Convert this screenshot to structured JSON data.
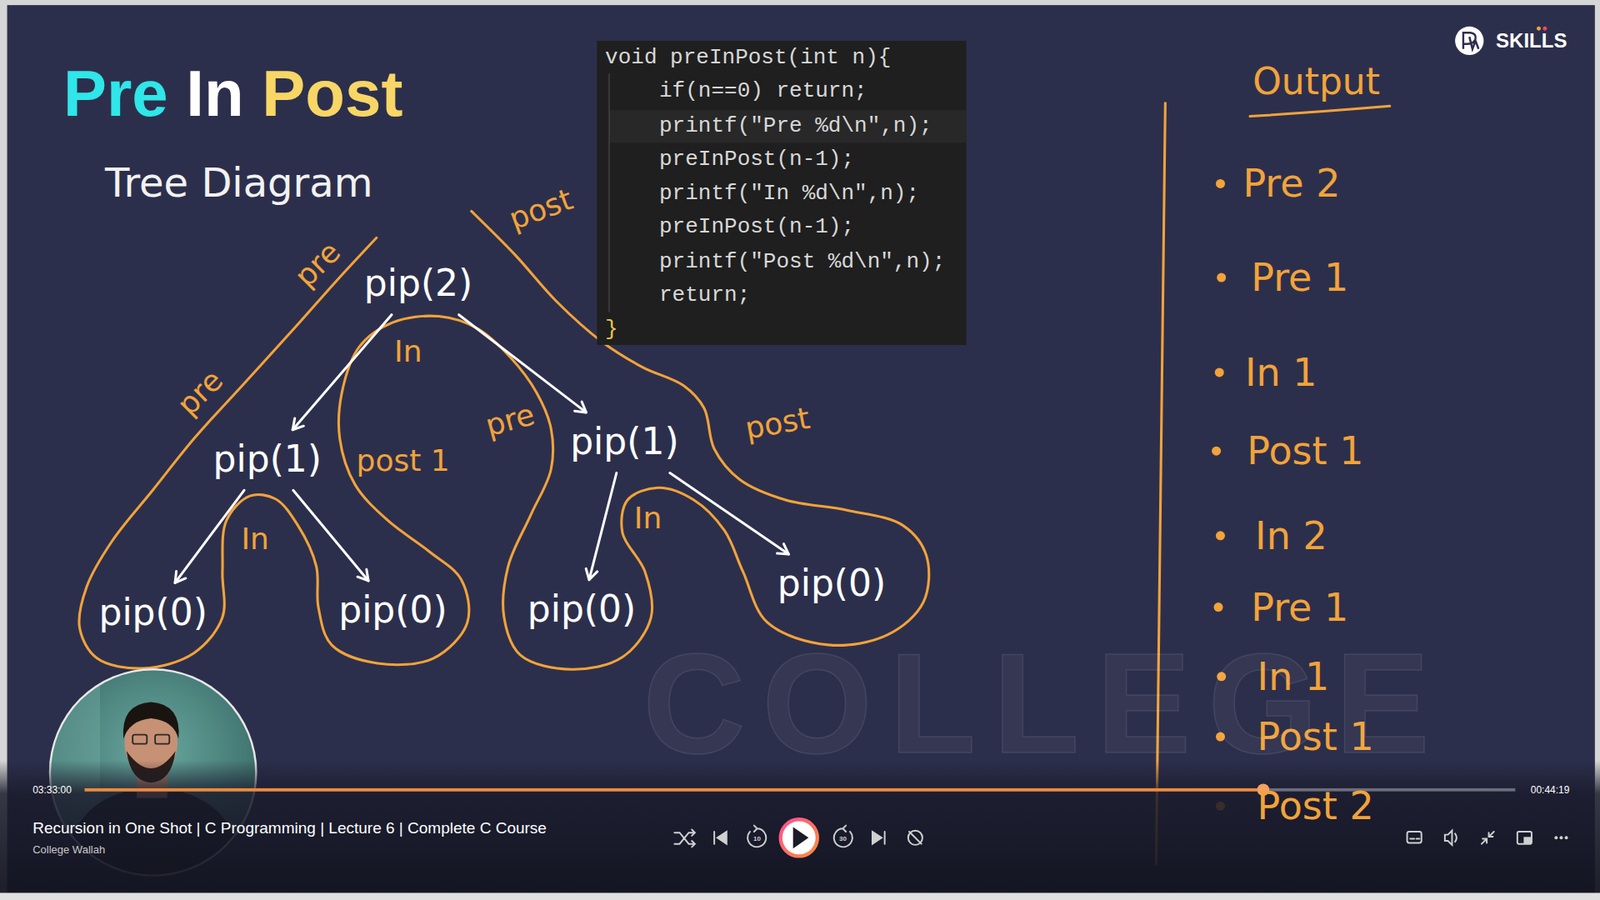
{
  "diagram": {
    "title": "Pre In Post",
    "nodes": [
      {
        "text": [
          "pip(2)"
        ]
      },
      {
        "text": [
          "pip(1)"
        ]
      },
      {
        "text": [
          "pip(1)"
        ]
      },
      {
        "text": [
          "pip(0)"
        ]
      },
      {
        "text": [
          "pip(0)"
        ]
      },
      {
        "text": [
          "pip(0)"
        ]
      },
      {
        "text": [
          "pip(0)"
        ]
      }
    ],
    "edges": [
      {
        "from": 0,
        "to": 1,
        "arrow": "to"
      },
      {
        "from": 0,
        "to": 2,
        "arrow": "to"
      },
      {
        "from": 1,
        "to": 3,
        "arrow": "to"
      },
      {
        "from": 1,
        "to": 4,
        "arrow": "to"
      },
      {
        "from": 2,
        "to": 5,
        "arrow": "to"
      },
      {
        "from": 2,
        "to": 6,
        "arrow": "to"
      }
    ],
    "labels": [
      "Tree Diagram",
      "void preInPost(int n){",
      "if(n==0) return;",
      "printf(\"Pre %d\\n\",n);",
      "preInPost(n-1);",
      "printf(\"In %d\\n\",n);",
      "preInPost(n-1);",
      "printf(\"Post %d\\n\",n);",
      "return;",
      "}",
      "pre",
      "post",
      "In",
      "pre",
      "post 1",
      "pre",
      "post",
      "In",
      "In",
      "Output",
      "Pre 2",
      "Pre 1",
      "In 1",
      "Post 1",
      "In 2",
      "Pre 1",
      "In 1",
      "Post 1",
      "Post 2",
      "SKILLS",
      "COLLEGE",
      "03:33:00",
      "00:44:19",
      "Recursion in One Shot | C Programming | Lecture 6 | Complete C Course",
      "College Wallah",
      "10",
      "30"
    ]
  }
}
